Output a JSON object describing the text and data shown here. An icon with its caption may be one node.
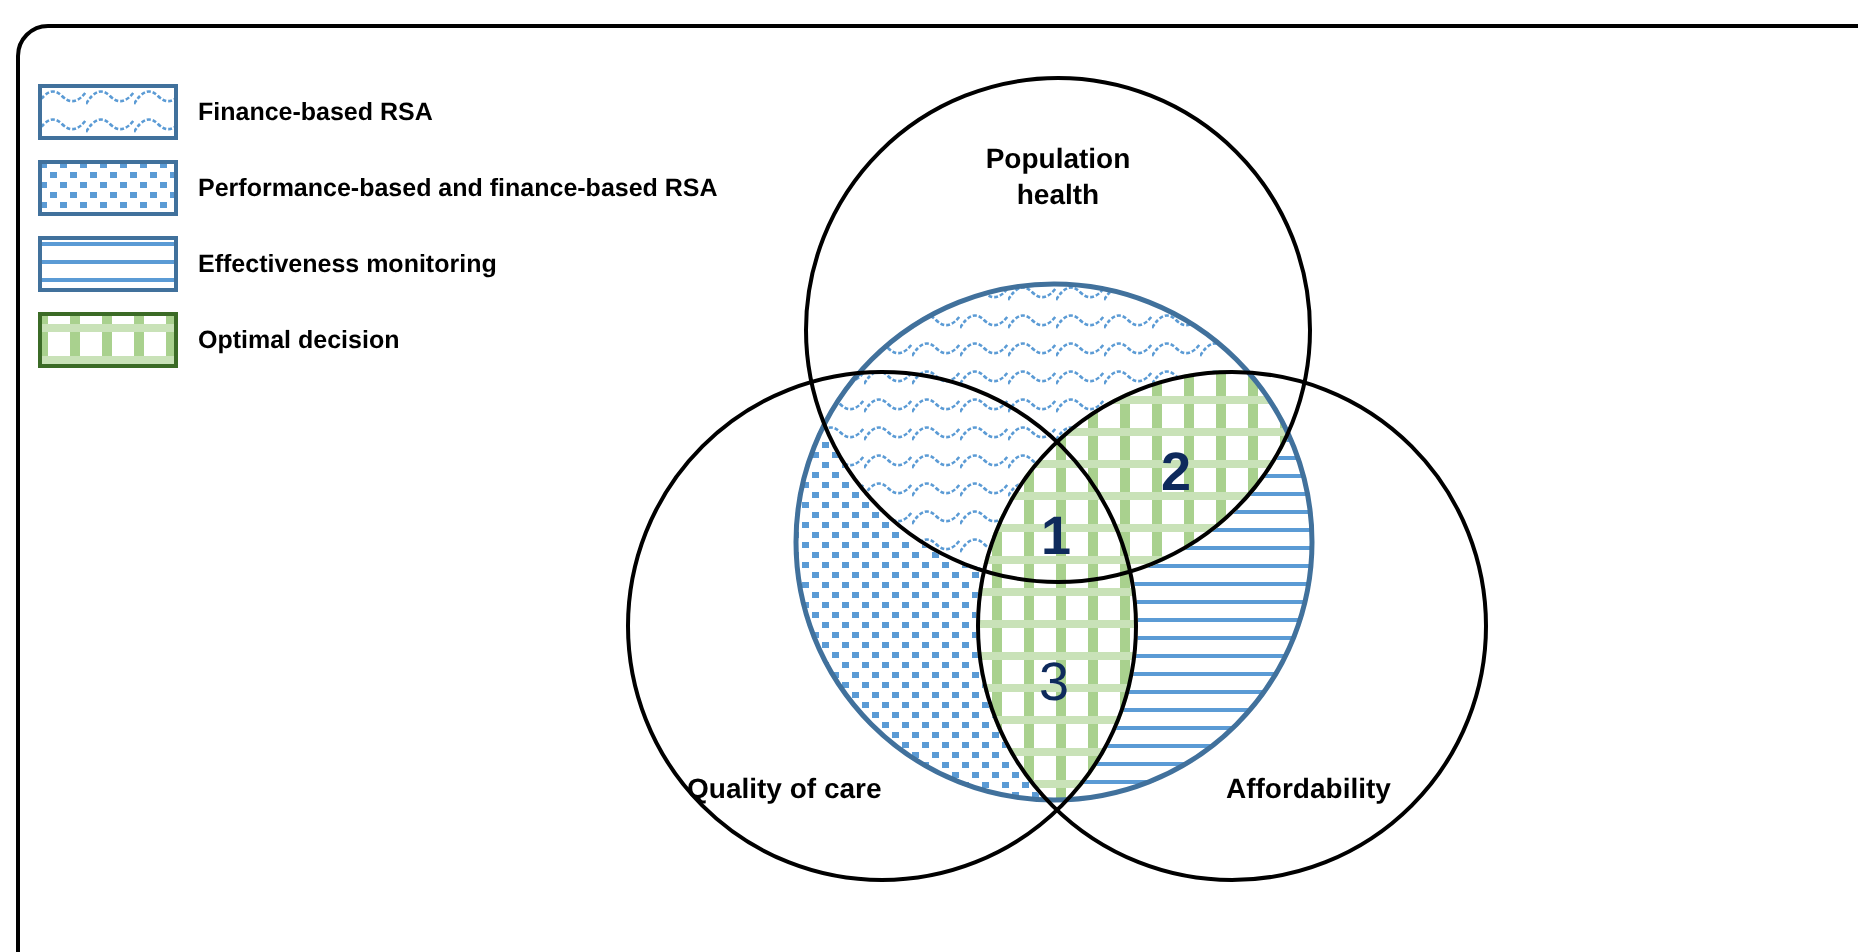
{
  "diagram": {
    "nodes": [
      {
        "text": [],
        "shape": "circle"
      },
      {
        "text": [
          "Population health"
        ]
      },
      {
        "text": [
          "Quality of care"
        ]
      },
      {
        "text": [
          "Affordability"
        ]
      }
    ],
    "edges": [],
    "labels": [
      "1",
      "2",
      "3"
    ],
    "legend": [
      {
        "text": "Finance-based RSA"
      },
      {
        "text": "Performance-based and finance-based RSA"
      },
      {
        "text": "Effectiveness monitoring"
      },
      {
        "text": "Optimal decision"
      }
    ]
  }
}
